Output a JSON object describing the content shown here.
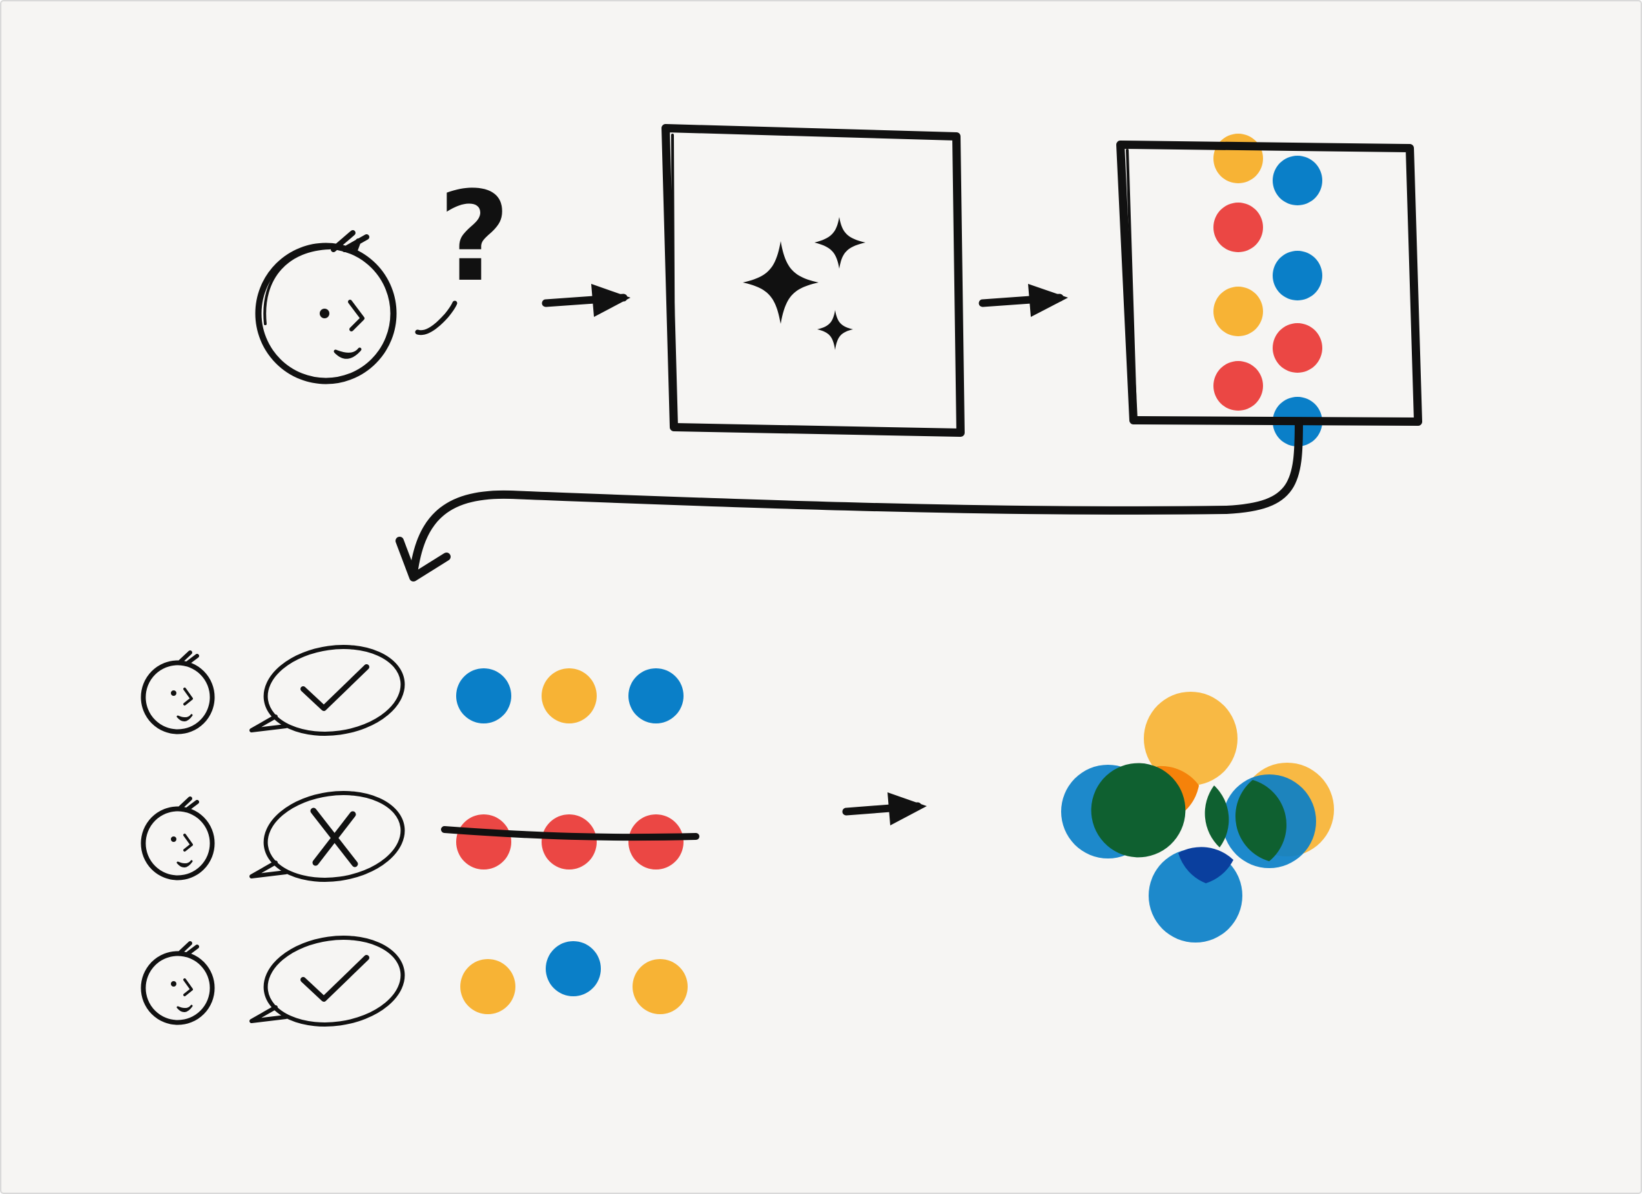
{
  "colors": {
    "background": "#f6f5f3",
    "frame": "#d9d9d9",
    "ink": "#111111",
    "blue": "#0a7fc8",
    "yellow": "#f7b335",
    "red": "#eb4744",
    "overlap_orange": "#f5820a",
    "overlap_green": "#0f6030",
    "overlap_navy": "#0a3f9e"
  },
  "icons": {
    "question": "?",
    "sparkle": "sparkle-icon",
    "check": "checkmark-icon",
    "cross": "x-mark-icon"
  },
  "grid_box": {
    "columns": [
      [
        "yellow",
        "red",
        "yellow",
        "red"
      ],
      [
        "blue",
        "blue",
        "red",
        "blue"
      ]
    ]
  },
  "feedback_rows": [
    {
      "verdict": "check",
      "dots": [
        "blue",
        "yellow",
        "blue"
      ],
      "struck": false
    },
    {
      "verdict": "cross",
      "dots": [
        "red",
        "red",
        "red"
      ],
      "struck": true
    },
    {
      "verdict": "check",
      "dots": [
        "yellow",
        "blue",
        "yellow"
      ],
      "struck": false
    }
  ],
  "cluster": [
    "blue",
    "yellow",
    "blue",
    "yellow",
    "blue"
  ]
}
